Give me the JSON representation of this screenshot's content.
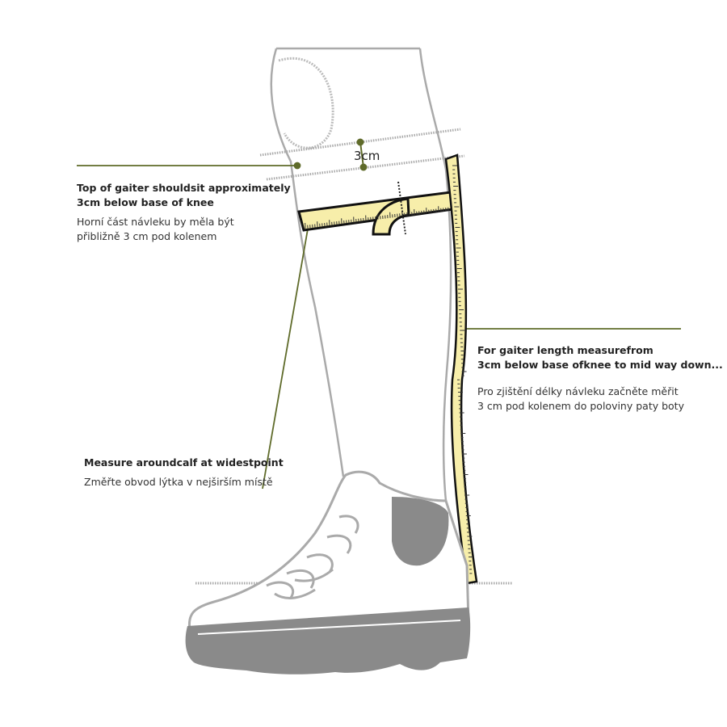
{
  "measurement_label": "3cm",
  "notes": {
    "top": {
      "title_line1": "Top of gaiter shouldsit approximately",
      "title_line2": "3cm below base of knee",
      "cz_line1": "Horní část návleku by měla být",
      "cz_line2": "přibližně 3 cm pod kolenem"
    },
    "length": {
      "title_line1": "For gaiter length measurefrom",
      "title_line2": "3cm below base ofknee to mid way down...",
      "cz_line1": "Pro zjištění délky návleku začněte měřit",
      "cz_line2": "3 cm pod kolenem do poloviny paty boty"
    },
    "calf": {
      "title": "Measure aroundcalf at widestpoint",
      "cz": "Změřte obvod lýtka v nejširším místě"
    }
  },
  "colors": {
    "leader": "#5f6b2a",
    "tape": "#f7eeaa",
    "outline": "#aaaaaa",
    "sole": "#8a8a8a"
  }
}
